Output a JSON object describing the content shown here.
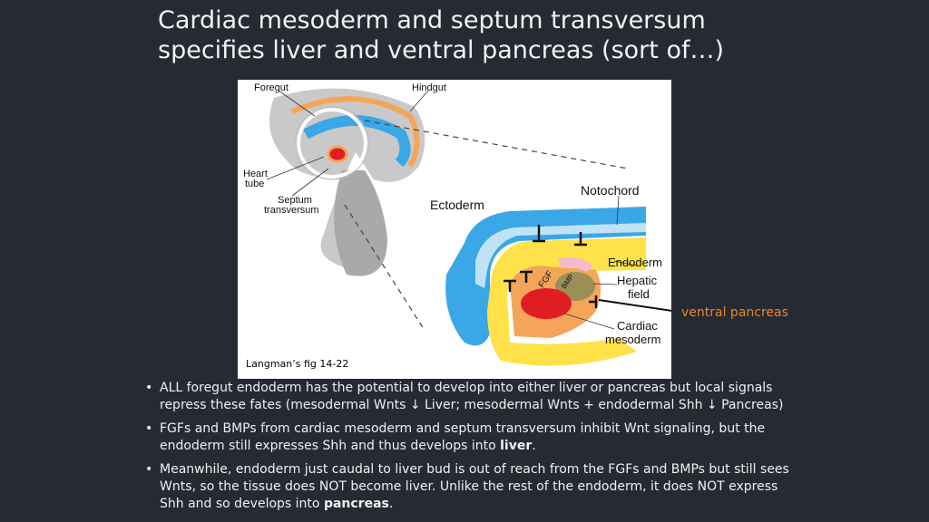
{
  "title": "Cardiac mesoderm and septum transversum specifies liver and ventral pancreas (sort of…)",
  "figure": {
    "labels": {
      "foregut": "Foregut",
      "hindgut": "Hindgut",
      "heart_tube_1": "Heart",
      "heart_tube_2": "tube",
      "septum_1": "Septum",
      "septum_2": "transversum",
      "ectoderm": "Ectoderm",
      "notochord": "Notochord",
      "endoderm": "Endoderm",
      "hepatic_1": "Hepatic",
      "hepatic_2": "field",
      "cardiac_1": "Cardiac",
      "cardiac_2": "mesoderm",
      "fgf": "FGF",
      "bmp": "BMP"
    },
    "caption": "Langman’s fig 14-22"
  },
  "callout": "ventral pancreas",
  "bullets": [
    {
      "text": "ALL foregut endoderm has the potential to develop into either liver or pancreas but local signals repress these fates (mesodermal Wnts ↓ Liver;  mesodermal Wnts + endodermal Shh ↓ Pancreas)"
    },
    {
      "text": "FGFs and BMPs from cardiac mesoderm and septum transversum inhibit Wnt signaling, but the endoderm still expresses Shh and thus develops into ",
      "bold": "liver",
      "tail": "."
    },
    {
      "text": "Meanwhile, endoderm just caudal to liver bud is out of reach from the FGFs and BMPs but still sees Wnts, so the tissue does NOT become liver.   Unlike the rest of the endoderm, it does NOT express Shh and so develops into ",
      "bold": "pancreas",
      "tail": "."
    }
  ]
}
